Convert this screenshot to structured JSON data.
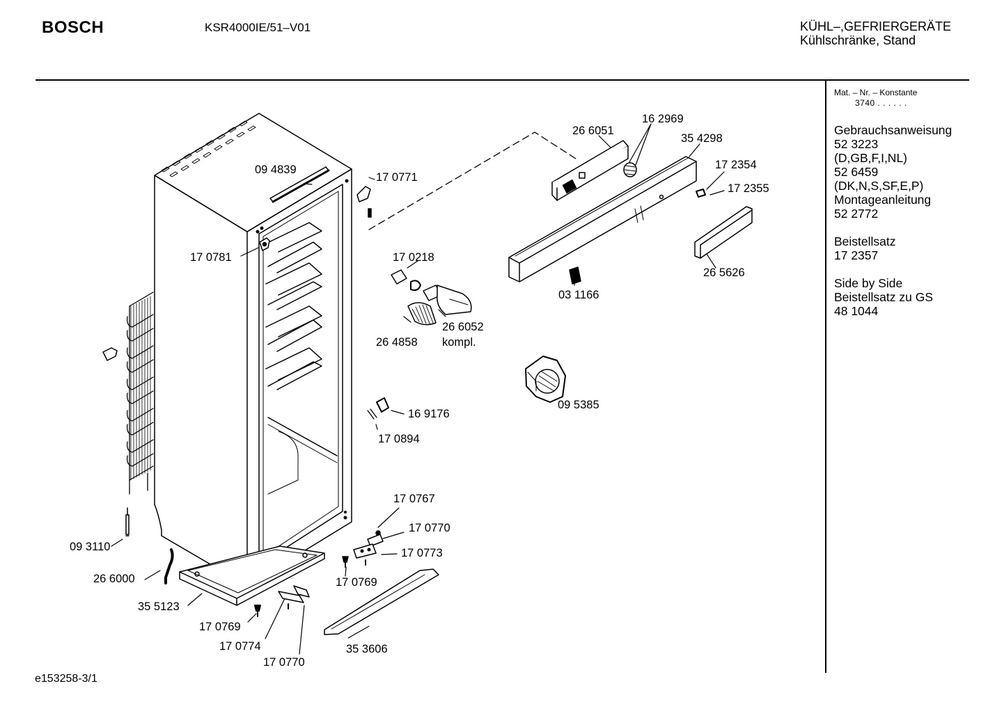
{
  "header": {
    "brand": "BOSCH",
    "model": "KSR4000IE/51–V01",
    "category_line1": "KÜHL–,GEFRIERGERÄTE",
    "category_line2": "Kühlschränke, Stand"
  },
  "sidebar": {
    "mat_label": "Mat. – Nr. – Konstante",
    "mat_value": "3740  .  .  .  .  .  .",
    "entries": [
      {
        "lines": [
          "Gebrauchsanweisung",
          "52 3223",
          "(D,GB,F,I,NL)",
          "52 6459",
          "(DK,N,S,SF,E,P)",
          "Montageanleitung",
          "52 2772"
        ]
      },
      {
        "lines": [
          "Beistellsatz",
          "17 2357"
        ]
      },
      {
        "lines": [
          "Side by Side",
          "Beistellsatz zu GS",
          "48 1044"
        ]
      }
    ]
  },
  "parts": {
    "p094839": "09 4839",
    "p170771": "17 0771",
    "p170781": "17 0781",
    "p170218": "17 0218",
    "p264858": "26 4858",
    "p266052": "26 6052",
    "kompl": "kompl.",
    "p266051": "26 6051",
    "p162969": "16 2969",
    "p354298": "35 4298",
    "p172354": "17 2354",
    "p172355": "17 2355",
    "p265626": "26 5626",
    "p031166": "03 1166",
    "p095385": "09 5385",
    "p169176": "16 9176",
    "p170894": "17 0894",
    "p170767": "17 0767",
    "p170770a": "17 0770",
    "p170773": "17 0773",
    "p170769a": "17 0769",
    "p093110": "09 3110",
    "p266000": "26 6000",
    "p355123": "35 5123",
    "p170769b": "17 0769",
    "p170774": "17 0774",
    "p170770b": "17 0770",
    "p353606": "35 3606"
  },
  "footer": {
    "doc_id": "e153258-3/1"
  }
}
